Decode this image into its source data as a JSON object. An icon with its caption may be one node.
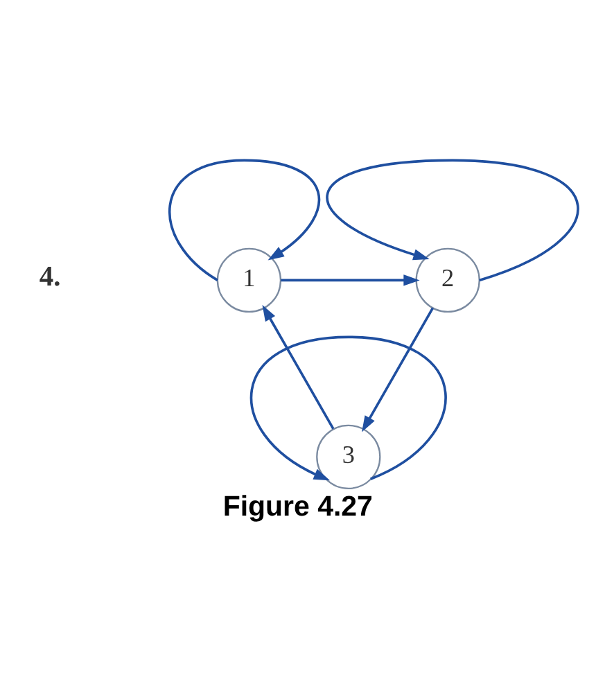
{
  "diagram": {
    "caption": "Figure 4.27",
    "nodes": [
      {
        "text": [
          "1"
        ]
      },
      {
        "text": [
          "2"
        ]
      },
      {
        "text": [
          "3"
        ]
      }
    ],
    "edges": [
      {
        "from": 0,
        "to": 0,
        "arrow": "to"
      },
      {
        "from": 1,
        "to": 1,
        "arrow": "to"
      },
      {
        "from": 0,
        "to": 1,
        "arrow": "to"
      },
      {
        "from": 1,
        "to": 2,
        "arrow": "to"
      },
      {
        "from": 2,
        "to": 0,
        "arrow": "to"
      },
      {
        "from": 2,
        "to": 2,
        "arrow": "to"
      }
    ],
    "labels": [
      "4."
    ]
  }
}
